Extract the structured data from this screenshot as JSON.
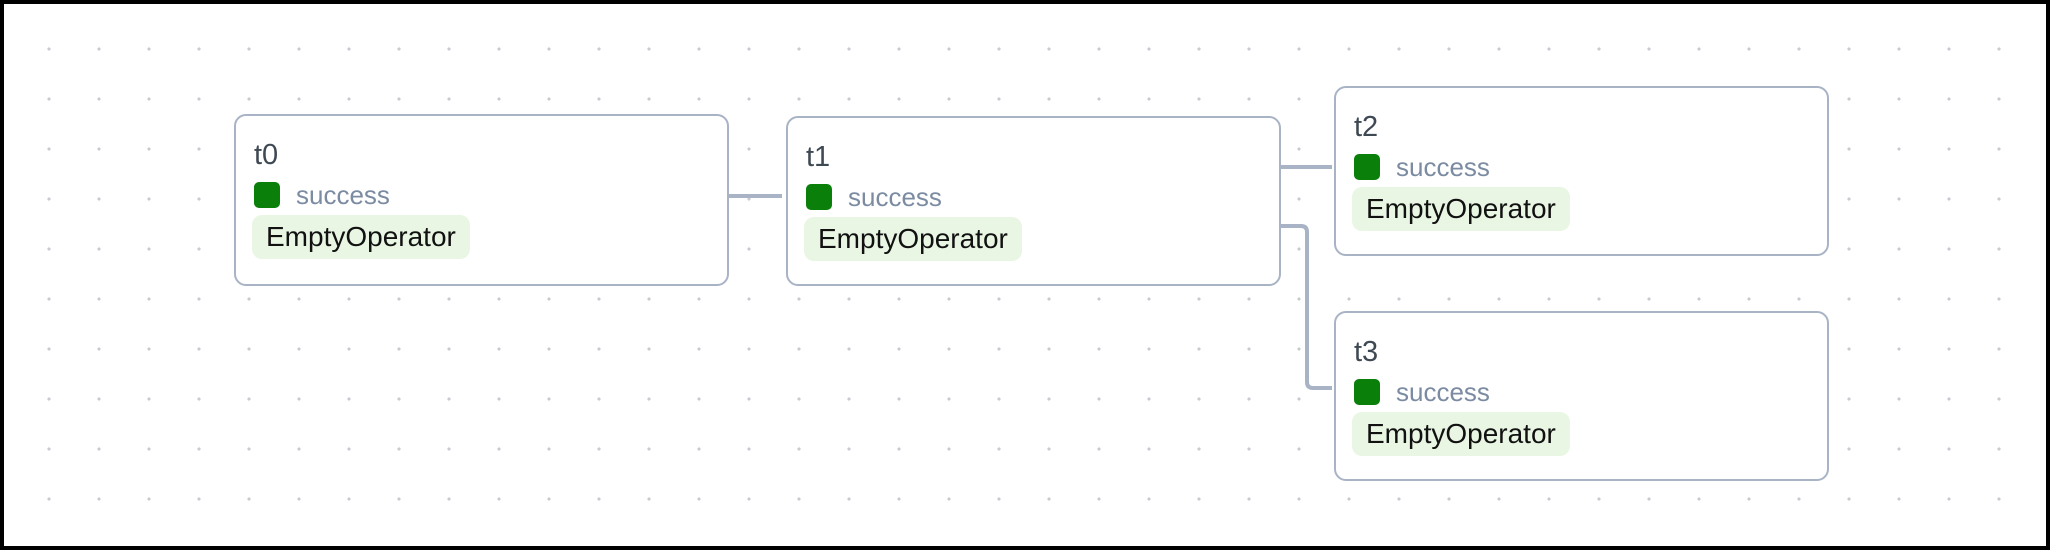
{
  "graph": {
    "nodes": [
      {
        "id": "t0",
        "state": "success",
        "operator": "EmptyOperator"
      },
      {
        "id": "t1",
        "state": "success",
        "operator": "EmptyOperator"
      },
      {
        "id": "t2",
        "state": "success",
        "operator": "EmptyOperator"
      },
      {
        "id": "t3",
        "state": "success",
        "operator": "EmptyOperator"
      }
    ],
    "edges": [
      {
        "source": "t0",
        "target": "t1"
      },
      {
        "source": "t1",
        "target": "t2"
      },
      {
        "source": "t1",
        "target": "t3"
      }
    ]
  },
  "colors": {
    "node_border": "#a8b3c5",
    "edge": "#a8b3c5",
    "title_text": "#3f4954",
    "status_text": "#7b8ba1",
    "success_green": "#0a800a",
    "chip_bg": "#e9f6e3",
    "chip_text": "#111111",
    "dot": "#c8cbd0",
    "canvas_bg": "#ffffff",
    "frame": "#000000"
  }
}
